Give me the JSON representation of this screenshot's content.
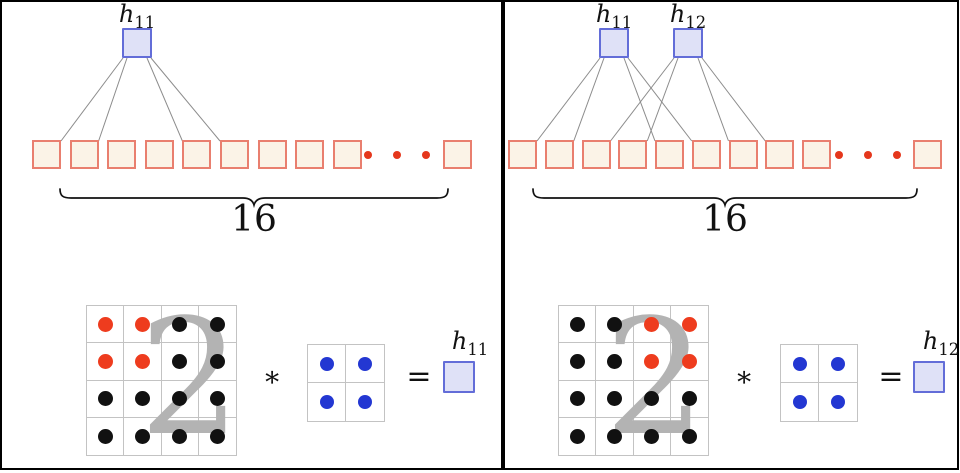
{
  "title": "convolution weight-sharing figure",
  "colors": {
    "panel_border": "#000000",
    "pixel_fill": "#fbf3e7",
    "pixel_border": "#e97f6f",
    "node_fill": "#dfe1f7",
    "node_border": "#636dd8",
    "connector": "#8c8c8c",
    "ellipsis_dot": "#e5371c",
    "red_dot": "#ee3c1e",
    "black_dot": "#111111",
    "blue_dot": "#2337d2",
    "grid_line": "#c3c3c3",
    "digit": "#b3b3b3",
    "text": "#111111"
  },
  "panels": [
    {
      "name": "single-hidden-unit",
      "hidden_units": [
        {
          "base": "h",
          "sub": "11"
        }
      ],
      "connections": [
        [
          1,
          2,
          5,
          6
        ]
      ],
      "input_row": {
        "leading_squares": 9,
        "ellipsis_dots": 3,
        "trailing_squares": 1
      },
      "brace_label": "16",
      "image_grid": {
        "rows": 4,
        "cols": 4,
        "digit": "2",
        "red_cells": [
          [
            0,
            0
          ],
          [
            0,
            1
          ],
          [
            1,
            0
          ],
          [
            1,
            1
          ]
        ]
      },
      "conv_operator": "∗",
      "kernel_grid": {
        "rows": 2,
        "cols": 2
      },
      "equals_sign": "=",
      "result_unit": {
        "base": "h",
        "sub": "11"
      }
    },
    {
      "name": "two-hidden-units",
      "hidden_units": [
        {
          "base": "h",
          "sub": "11"
        },
        {
          "base": "h",
          "sub": "12"
        }
      ],
      "connections": [
        [
          1,
          2,
          5,
          6
        ],
        [
          3,
          4,
          7,
          8
        ]
      ],
      "input_row": {
        "leading_squares": 9,
        "ellipsis_dots": 3,
        "trailing_squares": 1
      },
      "brace_label": "16",
      "image_grid": {
        "rows": 4,
        "cols": 4,
        "digit": "2",
        "red_cells": [
          [
            0,
            2
          ],
          [
            0,
            3
          ],
          [
            1,
            2
          ],
          [
            1,
            3
          ]
        ]
      },
      "conv_operator": "∗",
      "kernel_grid": {
        "rows": 2,
        "cols": 2
      },
      "equals_sign": "=",
      "result_unit": {
        "base": "h",
        "sub": "12"
      }
    }
  ]
}
